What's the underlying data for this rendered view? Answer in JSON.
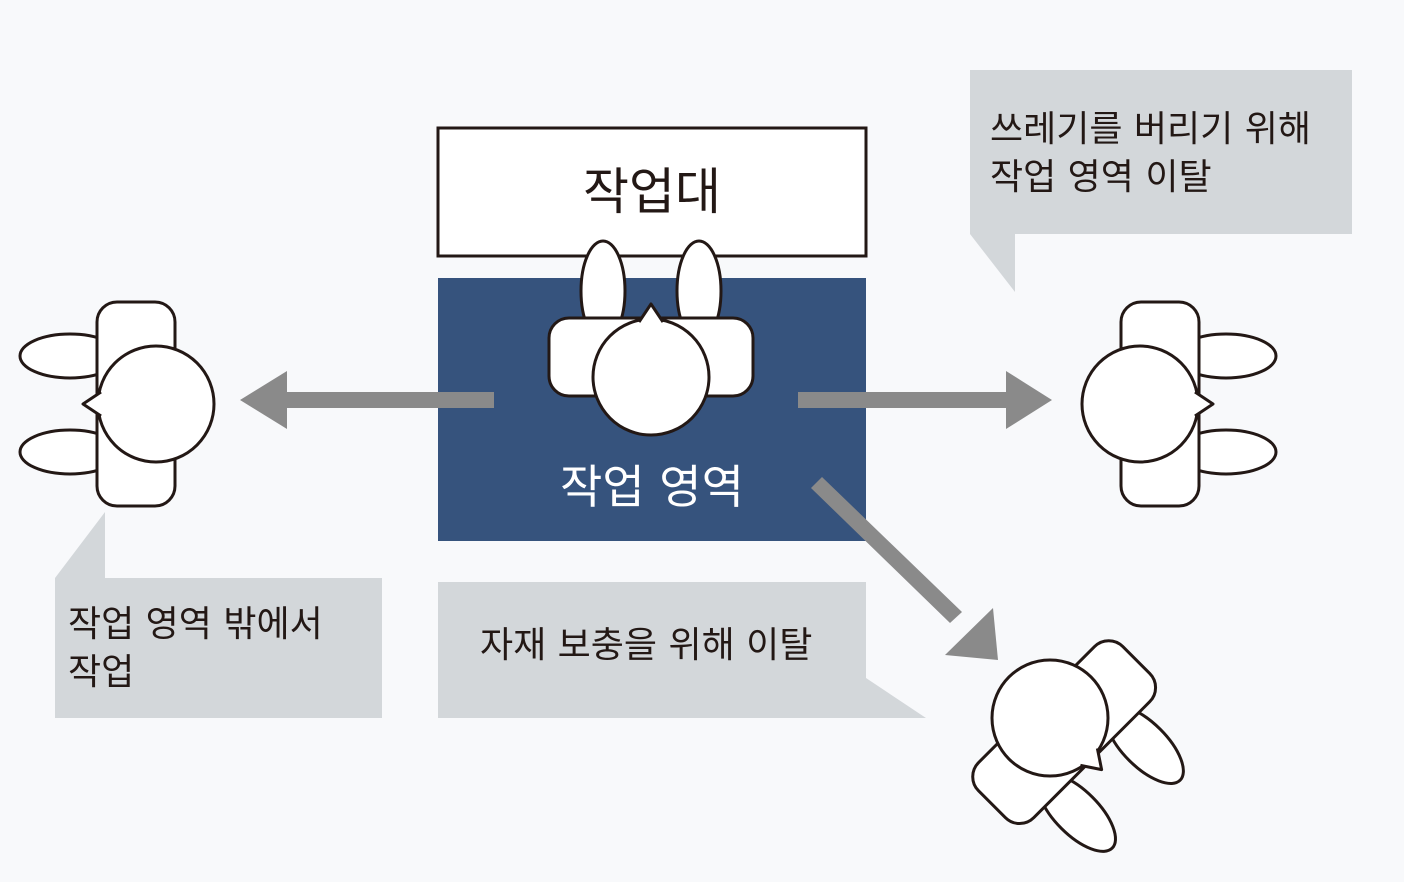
{
  "workbench": {
    "label": "작업대"
  },
  "work_area": {
    "label": "작업 영역"
  },
  "callouts": {
    "trash": {
      "line1": "쓰레기를 버리기 위해",
      "line2": "작업 영역 이탈"
    },
    "outside": {
      "line1": "작업 영역 밖에서",
      "line2": "작업"
    },
    "material": {
      "line1": "자재 보충을 위해 이탈"
    }
  },
  "colors": {
    "background": "#f8f9fb",
    "work_area_fill": "#36537d",
    "callout_fill": "#d3d7da",
    "arrow": "#8a8a8a",
    "outline": "#231815",
    "workbench_fill": "#ffffff"
  }
}
